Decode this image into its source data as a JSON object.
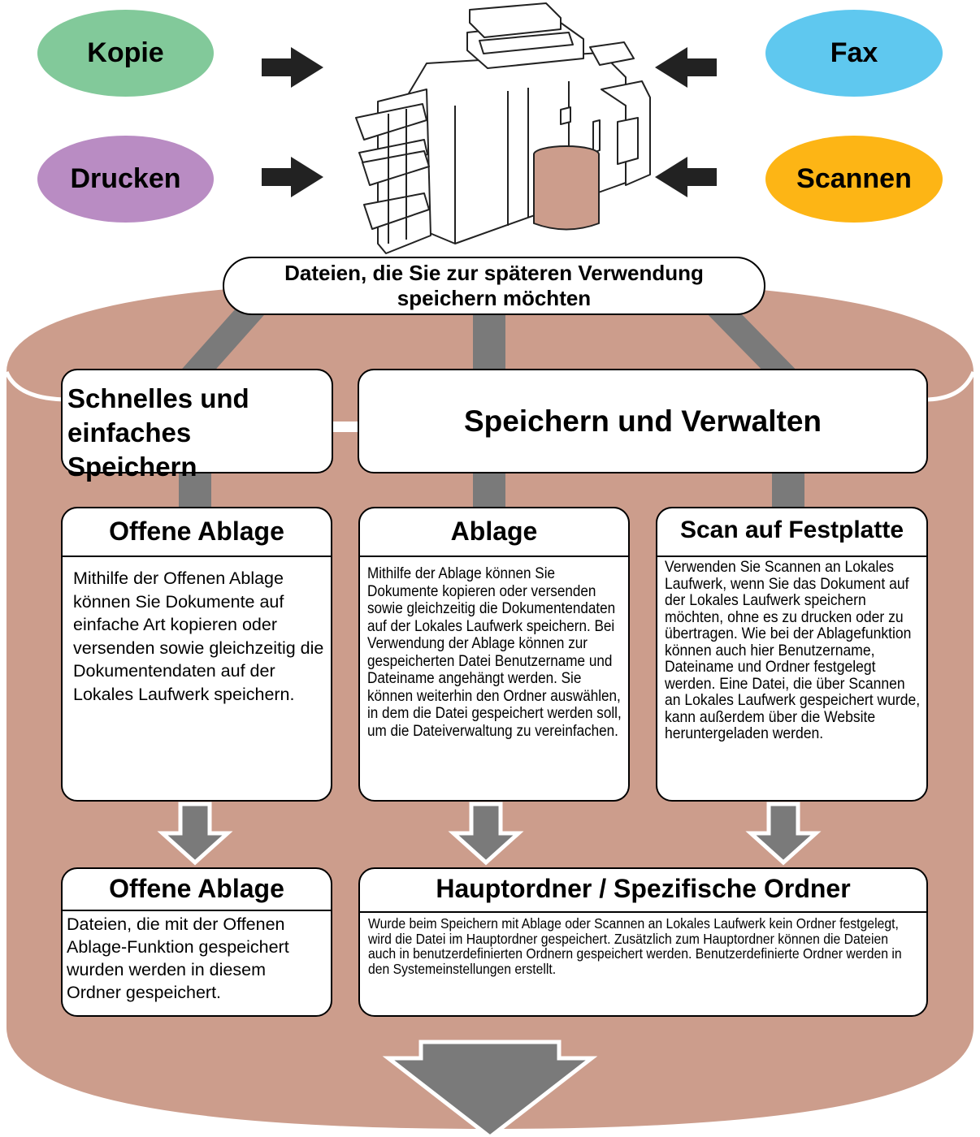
{
  "sources": {
    "copy": "Kopie",
    "print": "Drucken",
    "fax": "Fax",
    "scan": "Scannen"
  },
  "colors": {
    "copy": "#82c99a",
    "print": "#b98cc3",
    "fax": "#5fc8ef",
    "scan": "#fdb515",
    "storage": "#cc9d8c",
    "connector": "#7a7a7a",
    "arrow": "#222222"
  },
  "top_banner": "Dateien, die Sie zur späteren Verwendung speichern möchten",
  "categories": {
    "quick": "Schnelles und einfaches Speichern",
    "manage": "Speichern und Verwalten"
  },
  "functions": {
    "quick_file": {
      "title": "Offene Ablage",
      "text": "Mithilfe der Offenen Ablage können Sie Dokumente auf einfache Art kopieren oder versenden sowie gleichzeitig die Dokumentendaten auf der Lokales Laufwerk speichern."
    },
    "file": {
      "title": "Ablage",
      "text": "Mithilfe der Ablage können Sie Dokumente kopieren oder versenden sowie gleichzeitig die Dokumentendaten auf der Lokales Laufwerk speichern. Bei Verwendung der Ablage können zur gespeicherten Datei Benutzername und Dateiname angehängt werden. Sie können weiterhin den Ordner auswählen, in dem die Datei gespeichert werden soll, um die Dateiverwaltung zu vereinfachen."
    },
    "scan_to_hdd": {
      "title": "Scan auf Festplatte",
      "text": "Verwenden Sie Scannen an Lokales Laufwerk, wenn Sie das Dokument auf der Lokales Laufwerk speichern möchten, ohne es zu drucken oder zu übertragen. Wie bei der Ablagefunktion können auch hier Benutzername, Dateiname und Ordner festgelegt werden. Eine Datei, die über Scannen an Lokales Laufwerk gespeichert wurde, kann außerdem über die Website heruntergeladen werden."
    }
  },
  "folders": {
    "quick_folder": {
      "title": "Offene Ablage",
      "text": "Dateien, die mit der Offenen Ablage-Funktion gespeichert wurden werden in diesem Ordner gespeichert."
    },
    "main_custom": {
      "title": "Hauptordner / Spezifische Ordner",
      "text": "Wurde beim Speichern mit Ablage oder Scannen an Lokales Laufwerk kein Ordner festgelegt, wird die Datei im Hauptordner gespeichert. Zusätzlich zum Hauptordner können die Dateien auch in benutzerdefinierten Ordnern gespeichert werden. Benutzerdefinierte Ordner werden in den Systemeinstellungen erstellt."
    }
  }
}
